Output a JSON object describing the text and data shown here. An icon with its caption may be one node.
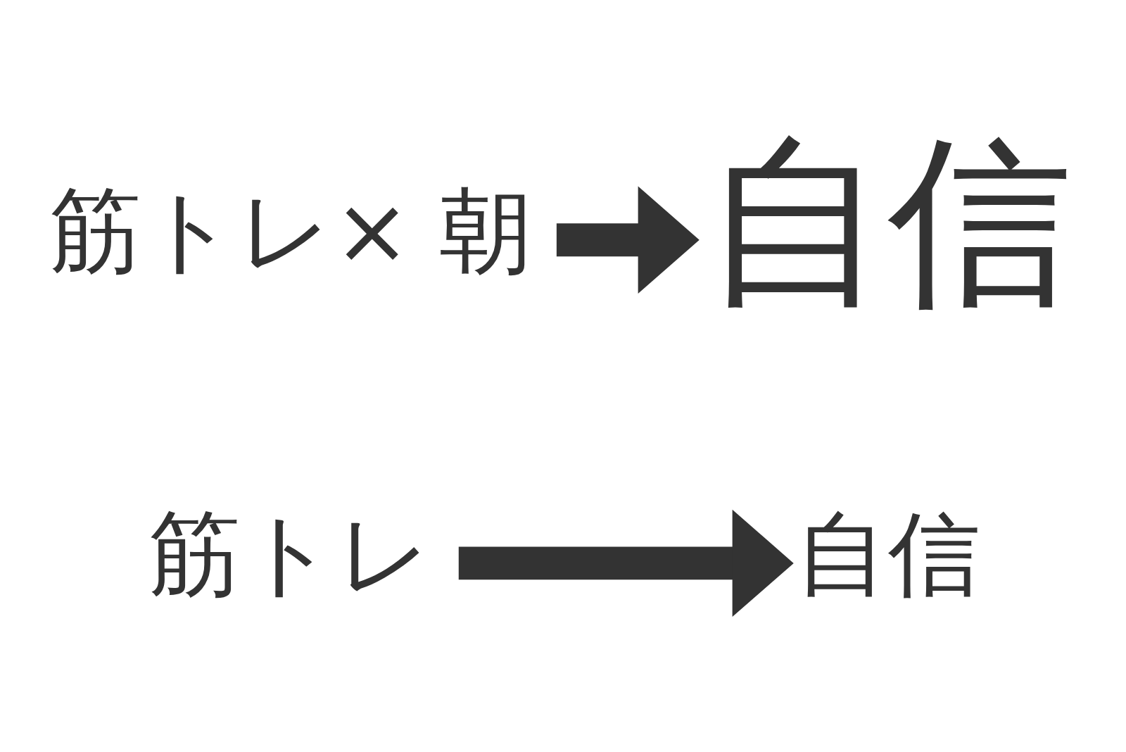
{
  "diagram": {
    "nodes": [
      {
        "text": [
          "筋トレ"
        ]
      },
      {
        "text": [
          "自信"
        ]
      },
      {
        "text": [
          "筋トレ× 朝"
        ]
      },
      {
        "text": [
          "自信"
        ]
      }
    ],
    "edges": [
      {
        "from": 0,
        "to": 1,
        "arrow": "to"
      },
      {
        "from": 2,
        "to": 3,
        "arrow": "to"
      }
    ]
  }
}
